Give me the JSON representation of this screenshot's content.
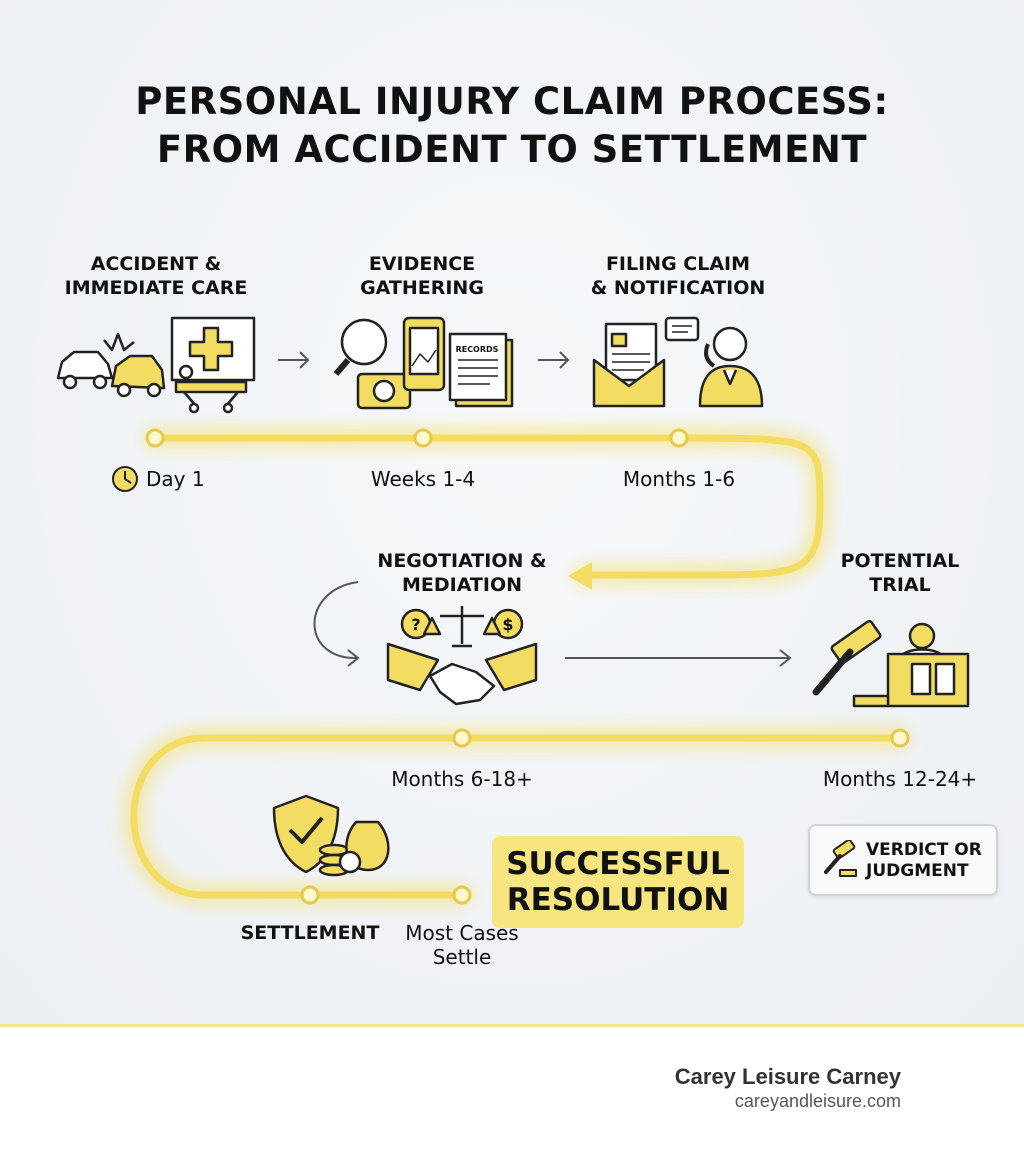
{
  "title": {
    "line1": "PERSONAL INJURY CLAIM PROCESS:",
    "line2": "FROM ACCIDENT TO SETTLEMENT"
  },
  "steps": [
    {
      "line1": "ACCIDENT &",
      "line2": "IMMEDIATE CARE",
      "time": "Day 1"
    },
    {
      "line1": "EVIDENCE",
      "line2": "GATHERING",
      "time": "Weeks 1-4"
    },
    {
      "line1": "FILING CLAIM",
      "line2": "& NOTIFICATION",
      "time": "Months 1-6"
    },
    {
      "line1": "NEGOTIATION &",
      "line2": "MEDIATION",
      "time": "Months 6-18+"
    },
    {
      "line1": "POTENTIAL",
      "line2": "TRIAL",
      "time": "Months 12-24+"
    },
    {
      "line1": "SETTLEMENT",
      "line2": "",
      "time": ""
    }
  ],
  "settlement_note": {
    "line1": "Most Cases",
    "line2": "Settle"
  },
  "success": {
    "line1": "SUCCESSFUL",
    "line2": "RESOLUTION"
  },
  "verdict": {
    "line1": "VERDICT OR",
    "line2": "JUDGMENT"
  },
  "icons": {
    "records_label": "RECORDS",
    "question_mark": "?",
    "dollar_sign": "$"
  },
  "brand": {
    "name": "Carey Leisure Carney",
    "url": "careyandleisure.com"
  },
  "colors": {
    "accent": "#f2dc6a",
    "path_glow": "#f7e79a",
    "background": "#eef1f4"
  }
}
